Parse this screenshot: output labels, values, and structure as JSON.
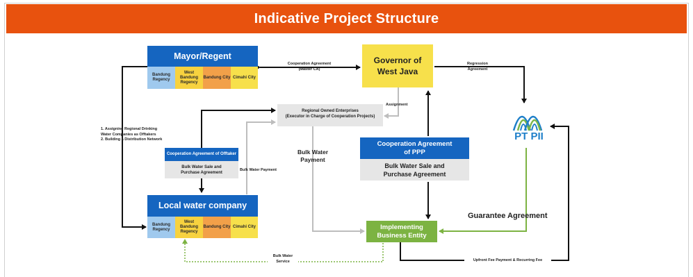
{
  "header": {
    "title": "Indicative Project Structure"
  },
  "mayor": {
    "title": "Mayor/Regent",
    "cells": [
      "Bandung Regency",
      "West Bandung Regency",
      "Bandung City",
      "Cimahi City"
    ]
  },
  "water_company": {
    "title": "Local water company",
    "cells": [
      "Bandung Regency",
      "West Bandung Regency",
      "Bandung City",
      "Cimahi City"
    ]
  },
  "governor": {
    "title": "Governor of West Java"
  },
  "roe": {
    "line1": "Regional Owned Enterprises",
    "line2": "(Executor in Charge of Cooperation Projects)"
  },
  "offtaker": {
    "title": "Cooperation Agreement of Offtaker",
    "body": "Bulk Water Sale and Purchase Agreement"
  },
  "ppp": {
    "title": "Cooperation Agreement of PPP",
    "body": "Bulk Water Sale and Purchase Agreement"
  },
  "ibe": {
    "title": "Implementing Business Entity"
  },
  "ptpii": {
    "name": "PT PII"
  },
  "labels": {
    "coop_agreement": "Cooperation Agreement (Master CA)",
    "regression": "Regression Agreement",
    "assignment": "Assignment",
    "assigning": "1. Assigning Regional Drinking Water Companies as Offtakers\n2. Building a Distribution Network",
    "bulk_water_payment_small": "Bulk Water Payment",
    "bulk_water_payment": "Bulk Water Payment",
    "guarantee": "Guarantee Agreement",
    "bulk_water_service": "Bulk Water Service",
    "upfront_fee": "Upfront Fee Payment & Recurring Fee"
  },
  "colors": {
    "header": "#e8520e",
    "blue": "#1565c0",
    "yellow": "#f7e04b",
    "green": "#7cb342",
    "grey": "#e6e6e6",
    "ptpii_blue": "#1e7fc9",
    "ptpii_green": "#7ab648"
  }
}
